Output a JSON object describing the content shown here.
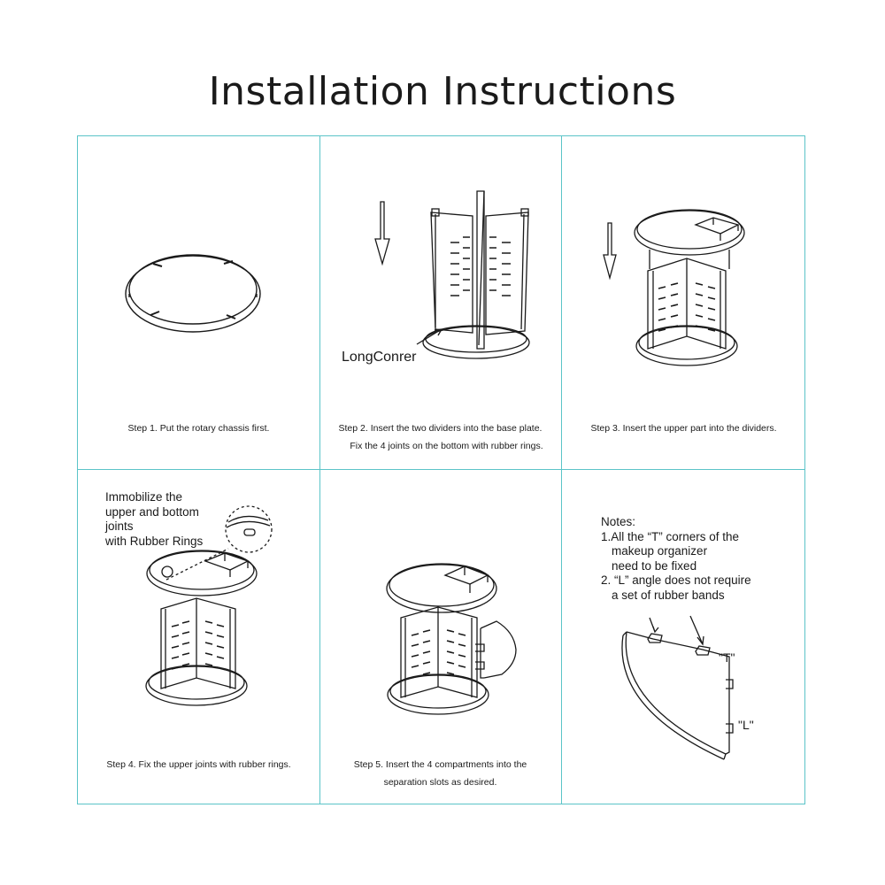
{
  "page": {
    "title": "Installation Instructions"
  },
  "steps": [
    {
      "caption_lines": [
        "Step 1. Put the rotary chassis first."
      ]
    },
    {
      "caption_lines": [
        "Step 2. Insert the two dividers into the base plate.",
        "Fix the 4 joints on the bottom with rubber rings."
      ],
      "callout": "LongConrer"
    },
    {
      "caption_lines": [
        "Step 3. Insert the upper part into the dividers."
      ]
    },
    {
      "caption_lines": [
        "Step 4. Fix the upper joints with rubber rings."
      ],
      "callout_lines": [
        "Immobilize the",
        "upper and bottom",
        "joints",
        "with Rubber Rings"
      ]
    },
    {
      "caption_lines": [
        "Step 5. Insert the 4 compartments into the",
        "separation slots as desired."
      ]
    }
  ],
  "notes": {
    "lines": [
      "Notes:",
      "1.All the “T” corners of the",
      "makeup organizer",
      "need to be fixed",
      "2.  “L” angle does not require",
      "a set of rubber bands"
    ],
    "t_label": "\"T\"",
    "l_label": "\"L\""
  },
  "colors": {
    "grid_border": "#5bc4c8",
    "ink": "#1a1a1a"
  }
}
